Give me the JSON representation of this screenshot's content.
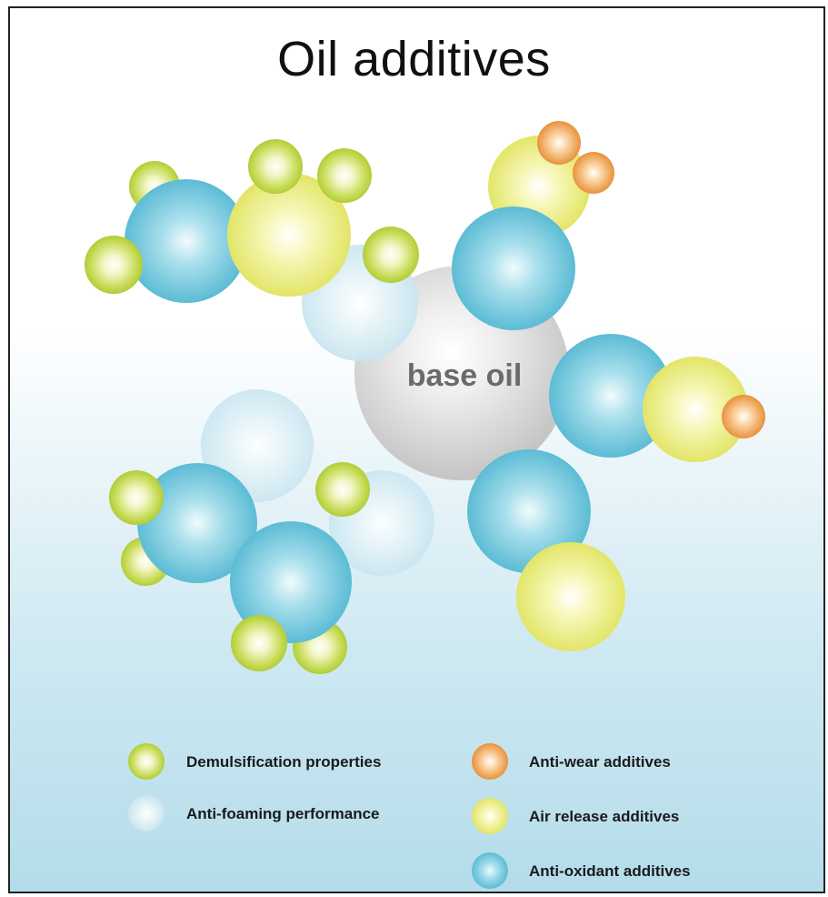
{
  "title": "Oil additives",
  "center_label": "base oil",
  "colors": {
    "demulsification": "#b6d23a",
    "anti_foaming": "#d4ebf3",
    "anti_wear": "#e88a2a",
    "air_release": "#e8ea6a",
    "anti_oxidant": "#5cc0d8",
    "base_oil": "#cfcfcf"
  },
  "legend": [
    {
      "key": "demulsification",
      "label": "Demulsification properties",
      "icon": "green-sphere-icon"
    },
    {
      "key": "anti_foaming",
      "label": "Anti-foaming performance",
      "icon": "pale-blue-sphere-icon"
    },
    {
      "key": "anti_wear",
      "label": "Anti-wear additives",
      "icon": "orange-sphere-icon"
    },
    {
      "key": "air_release",
      "label": "Air release additives",
      "icon": "yellow-sphere-icon"
    },
    {
      "key": "anti_oxidant",
      "label": "Anti-oxidant additives",
      "icon": "blue-sphere-icon"
    }
  ]
}
